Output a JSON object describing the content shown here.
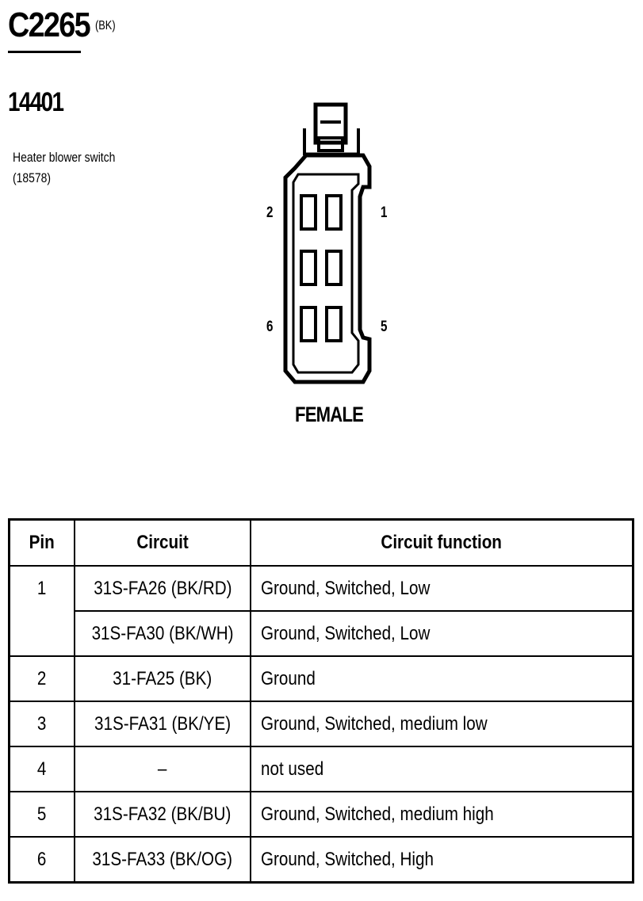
{
  "connector": {
    "id": "C2265",
    "color_code": "(BK)",
    "part_number": "14401",
    "component_name": "Heater blower switch (18578)",
    "gender": "FEMALE"
  },
  "pin_labels": {
    "top_left": "2",
    "top_right": "1",
    "bottom_left": "6",
    "bottom_right": "5"
  },
  "table": {
    "headers": {
      "pin": "Pin",
      "circuit": "Circuit",
      "function": "Circuit function"
    },
    "rows": [
      {
        "pin": "1",
        "circuit": "31S-FA26 (BK/RD)",
        "function": "Ground, Switched, Low"
      },
      {
        "pin": "",
        "circuit": "31S-FA30 (BK/WH)",
        "function": "Ground, Switched, Low"
      },
      {
        "pin": "2",
        "circuit": "31-FA25 (BK)",
        "function": "Ground"
      },
      {
        "pin": "3",
        "circuit": "31S-FA31 (BK/YE)",
        "function": "Ground, Switched, medium low"
      },
      {
        "pin": "4",
        "circuit": "–",
        "function": "not used"
      },
      {
        "pin": "5",
        "circuit": "31S-FA32 (BK/BU)",
        "function": "Ground, Switched, medium high"
      },
      {
        "pin": "6",
        "circuit": "31S-FA33 (BK/OG)",
        "function": "Ground, Switched, High"
      }
    ]
  }
}
